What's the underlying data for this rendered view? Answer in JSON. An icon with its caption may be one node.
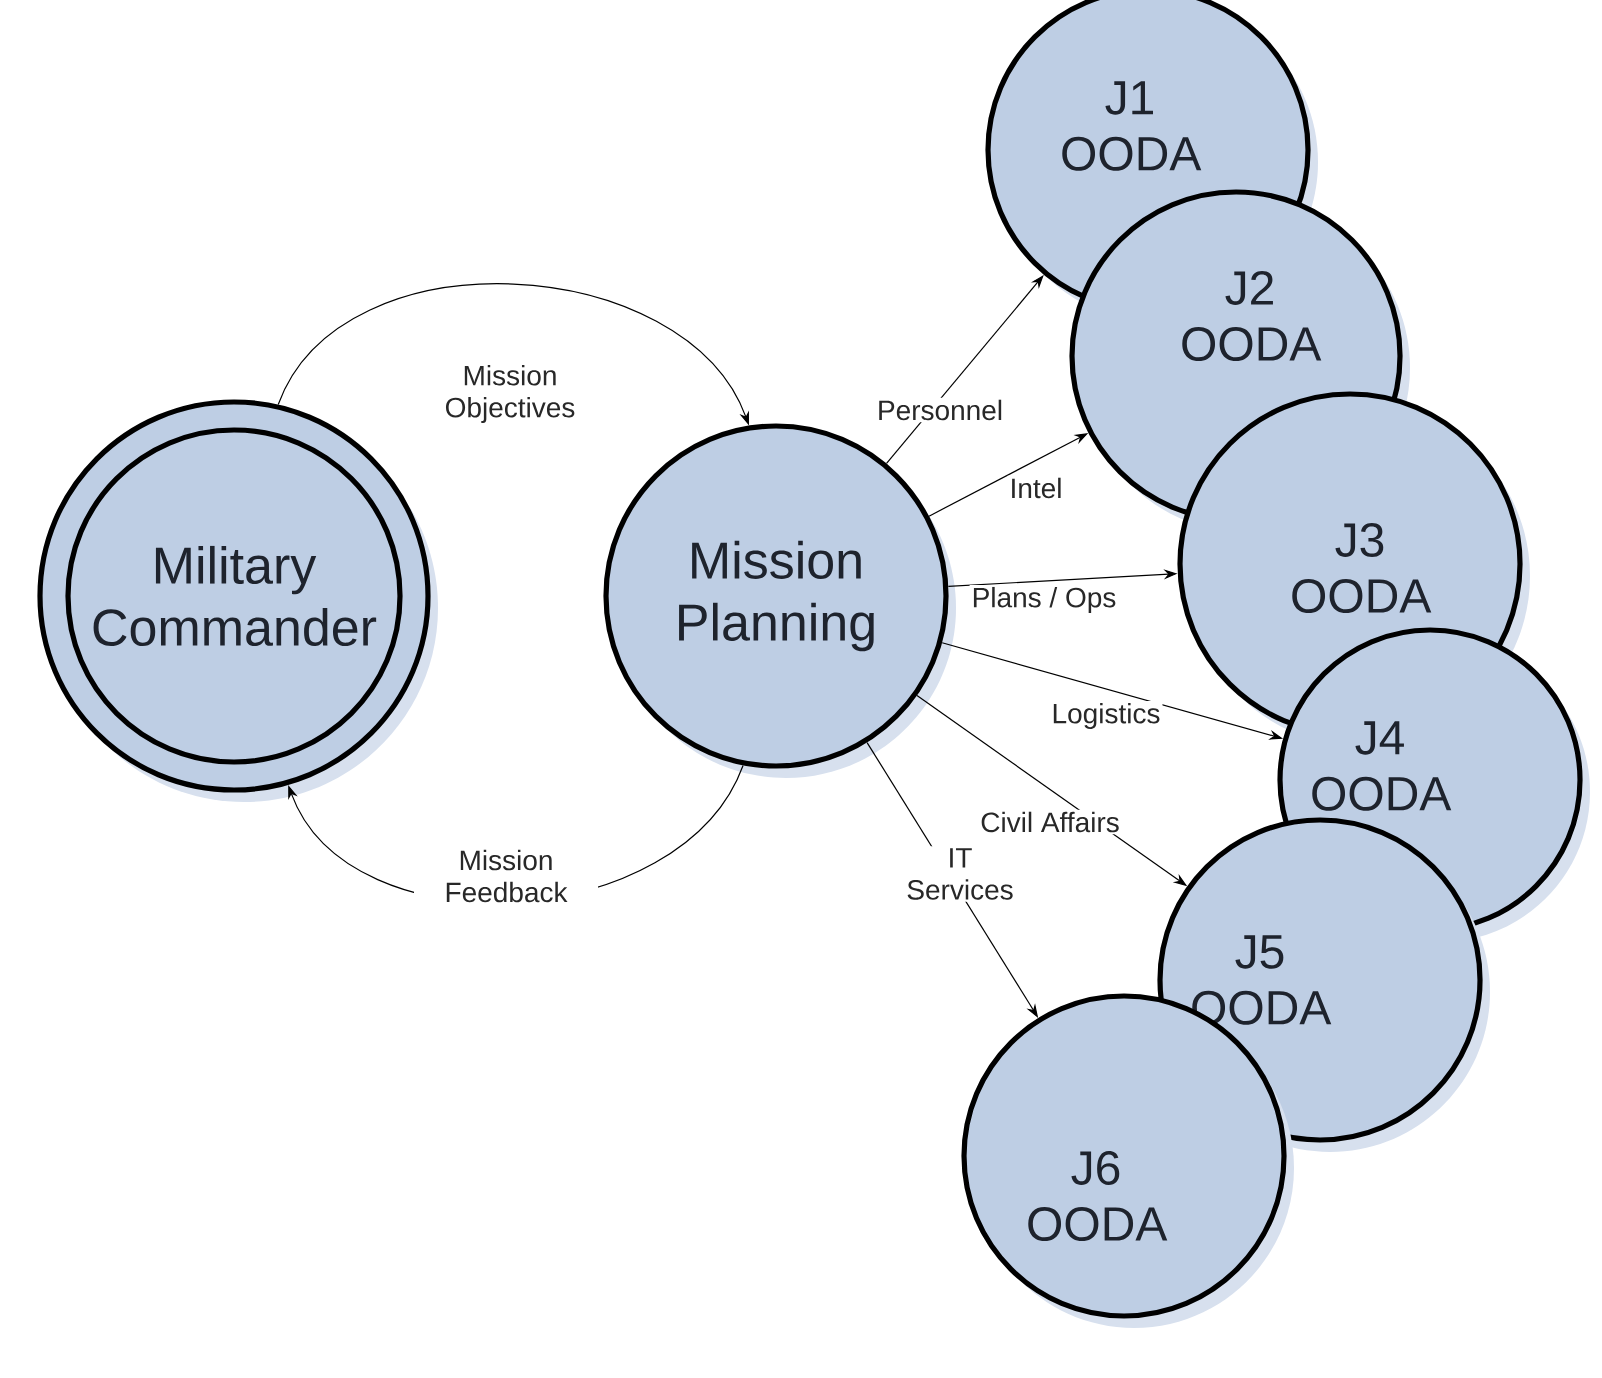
{
  "diagram": {
    "nodes": [
      {
        "text": [
          "Military Commander"
        ]
      },
      {
        "text": [
          "Mission Planning"
        ]
      },
      {
        "text": [
          "J1 OODA"
        ]
      },
      {
        "text": [
          "J2 OODA"
        ]
      },
      {
        "text": [
          "J3 OODA"
        ]
      },
      {
        "text": [
          "J4 OODA"
        ]
      },
      {
        "text": [
          "J5 OODA"
        ]
      },
      {
        "text": [
          "J6 OODA"
        ]
      }
    ],
    "edges": [
      {
        "from": 0,
        "to": 1,
        "arrow": "to",
        "label": "Mission Objectives"
      },
      {
        "from": 1,
        "to": 0,
        "arrow": "to",
        "label": "Mission Feedback"
      },
      {
        "from": 1,
        "to": 2,
        "arrow": "to",
        "label": "Personnel"
      },
      {
        "from": 1,
        "to": 3,
        "arrow": "to",
        "label": "Intel"
      },
      {
        "from": 1,
        "to": 4,
        "arrow": "to",
        "label": "Plans / Ops"
      },
      {
        "from": 1,
        "to": 5,
        "arrow": "to",
        "label": "Logistics"
      },
      {
        "from": 1,
        "to": 6,
        "arrow": "to",
        "label": "Civil Affairs"
      },
      {
        "from": 1,
        "to": 7,
        "arrow": "to",
        "label": "IT Services"
      }
    ]
  }
}
